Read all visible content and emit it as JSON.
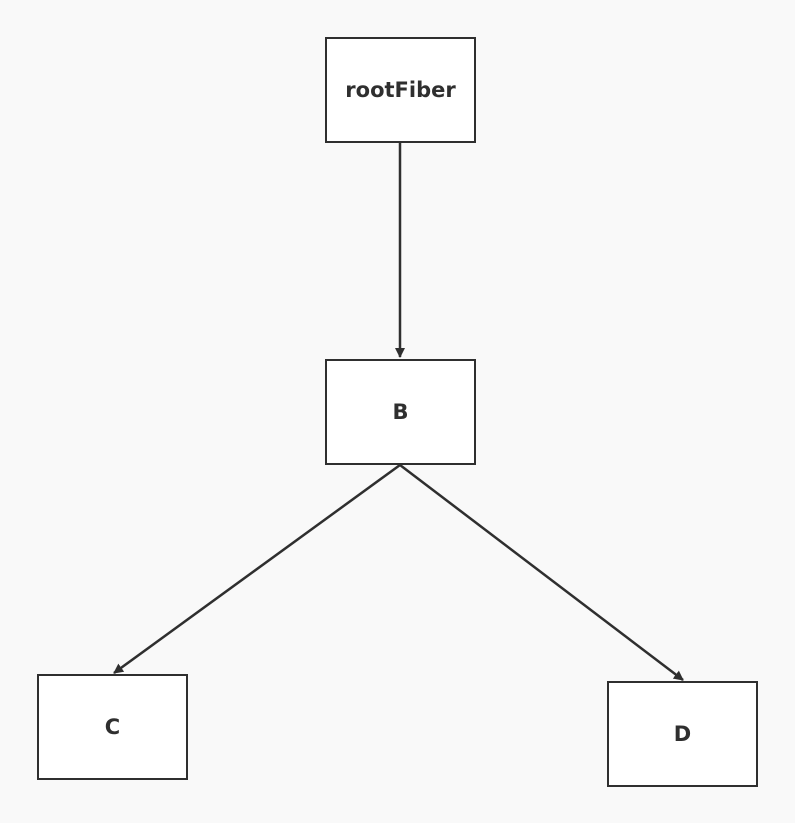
{
  "diagram": {
    "nodes": {
      "root": {
        "label": "rootFiber"
      },
      "b": {
        "label": "B"
      },
      "c": {
        "label": "C"
      },
      "d": {
        "label": "D"
      }
    },
    "edges": [
      {
        "from": "rootFiber",
        "to": "B"
      },
      {
        "from": "B",
        "to": "C"
      },
      {
        "from": "B",
        "to": "D"
      }
    ],
    "colors": {
      "background": "#f9f9f9",
      "node_fill": "#ffffff",
      "stroke": "#2f2f2f"
    }
  }
}
